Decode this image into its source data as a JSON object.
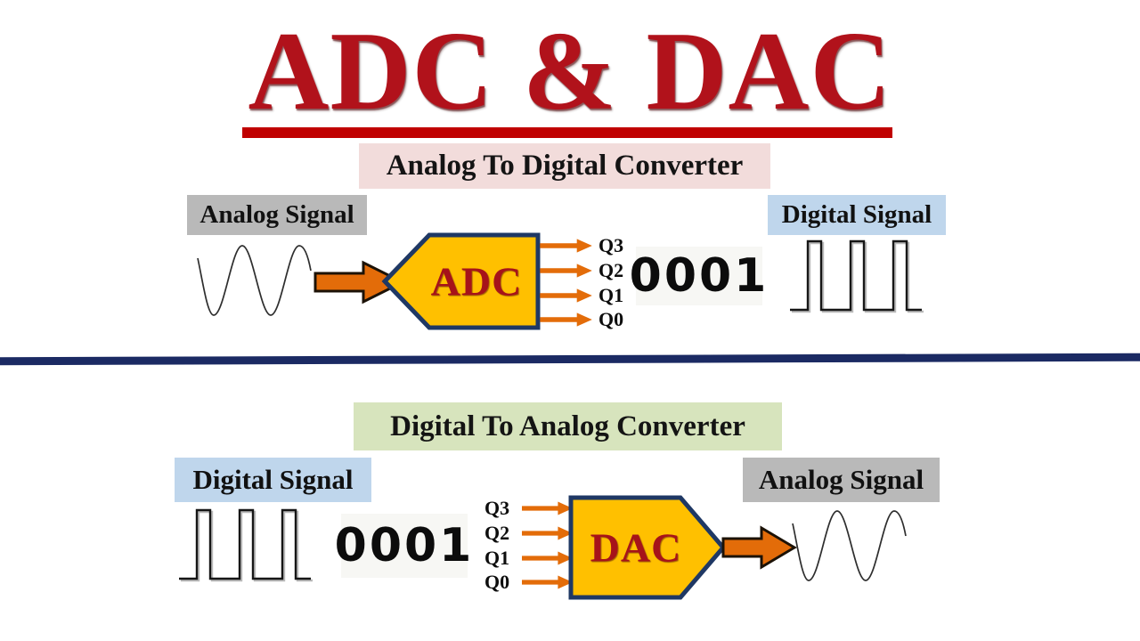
{
  "title": {
    "text": "ADC & DAC"
  },
  "colors": {
    "title-red": "#B1121B",
    "underline-red": "#C00000",
    "pink": "#F2DCDB",
    "green": "#D7E4BD",
    "gray": "#B9B9B9",
    "blue": "#BFD6EC",
    "yellow": "#FFC000",
    "navy": "#1F3864",
    "orange": "#E36C09",
    "divider": "#1B2A63",
    "dark-red": "#A6131A"
  },
  "adc_section": {
    "heading": "Analog To Digital Converter",
    "input_label": "Analog Signal",
    "output_label": "Digital Signal",
    "block_label": "ADC",
    "digital_value": "0001",
    "outputs": [
      {
        "label": "Q3"
      },
      {
        "label": "Q2"
      },
      {
        "label": "Q1"
      },
      {
        "label": "Q0"
      }
    ]
  },
  "dac_section": {
    "heading": "Digital To Analog Converter",
    "input_label": "Digital Signal",
    "output_label": "Analog Signal",
    "block_label": "DAC",
    "digital_value": "0001",
    "inputs": [
      {
        "label": "Q3"
      },
      {
        "label": "Q2"
      },
      {
        "label": "Q1"
      },
      {
        "label": "Q0"
      }
    ]
  }
}
